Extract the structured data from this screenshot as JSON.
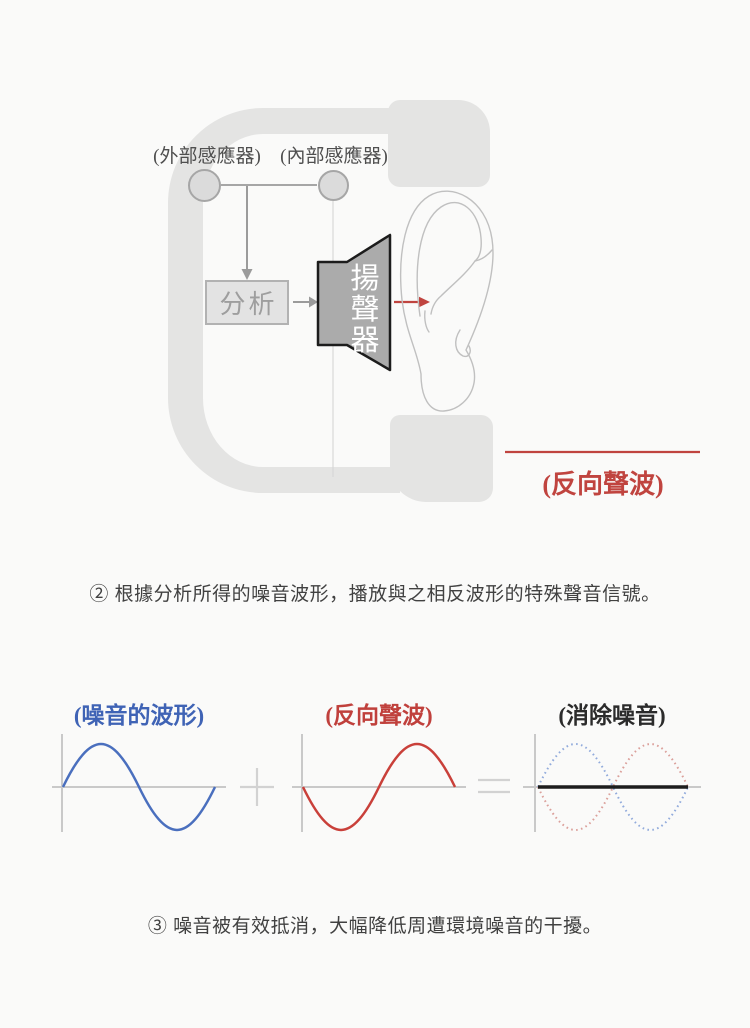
{
  "colors": {
    "background": "#fafaf9",
    "headphone_gray": "#e4e4e3",
    "accent_red": "#c0443f",
    "accent_blue": "#3f63b5",
    "wave_blue": "#4a6fbe",
    "wave_red": "#c9403a",
    "dotted_blue": "#92abdc",
    "dotted_red": "#dba09b",
    "cancelled_black": "#1d1d1d",
    "axis_gray": "#c9c9c9",
    "operator_gray": "#d2d2d2",
    "connector_gray": "#9b9b9b",
    "ear_outline_gray": "#c0c0c0"
  },
  "top_diagram": {
    "external_sensor_label": "(外部感應器)",
    "internal_sensor_label": "(內部感應器)",
    "analysis_label": "分析",
    "speaker_label": "揚聲器",
    "inverse_wave_label": "(反向聲波)"
  },
  "captions": {
    "step2": "② 根據分析所得的噪音波形，播放與之相反波形的特殊聲音信號。",
    "step3": "③ 噪音被有效抵消，大幅降低周遭環境噪音的干擾。"
  },
  "wave_section": {
    "noise_label": "(噪音的波形)",
    "inverse_label": "(反向聲波)",
    "cancel_label": "(消除噪音)",
    "plus_operator": "+",
    "equals_operator": "="
  }
}
